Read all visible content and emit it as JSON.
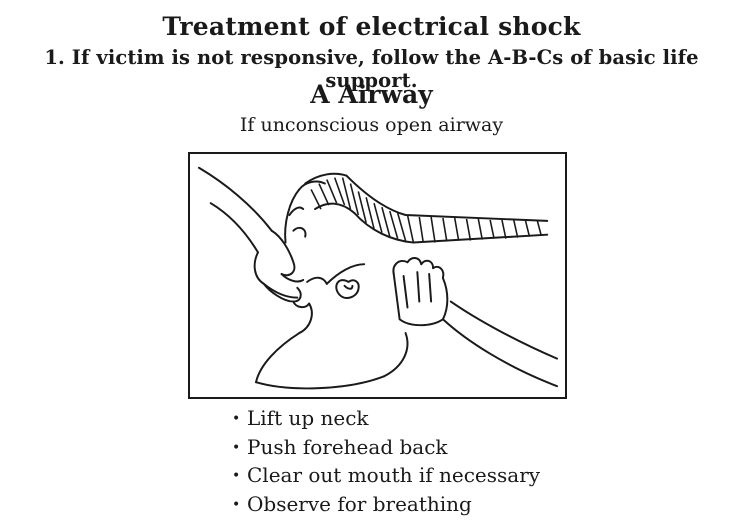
{
  "document": {
    "title": "Treatment of electrical shock",
    "step": "1. If victim is not responsive, follow the A-B-Cs of basic life support.",
    "section_heading": "A Airway",
    "instruction": "If unconscious open airway",
    "illustration_icon": "head-tilt-chin-lift-illustration",
    "bullet_glyph": "•",
    "bullets": [
      "Lift up neck",
      "Push forehead back",
      "Clear out mouth if necessary",
      "Observe for breathing"
    ]
  }
}
